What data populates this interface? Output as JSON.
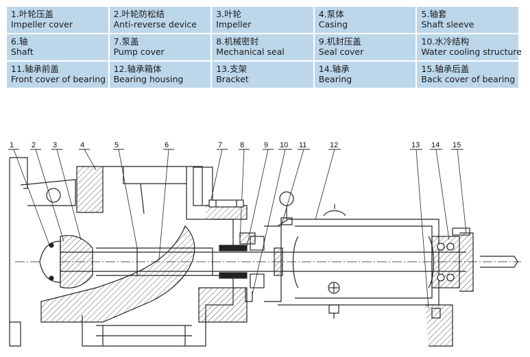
{
  "parts": [
    [
      {
        "num": "1",
        "cn": "叶轮压盖",
        "en": "Impeller cover"
      },
      {
        "num": "2",
        "cn": "叶轮防松结",
        "en": "Anti-reverse device"
      },
      {
        "num": "3",
        "cn": "叶轮",
        "en": "Impeller"
      },
      {
        "num": "4",
        "cn": "泵体",
        "en": "Casing"
      },
      {
        "num": "5",
        "cn": "轴套",
        "en": "Shaft sleeve"
      }
    ],
    [
      {
        "num": "6",
        "cn": "轴",
        "en": "Shaft"
      },
      {
        "num": "7",
        "cn": "泵盖",
        "en": "Pump cover"
      },
      {
        "num": "8",
        "cn": "机械密封",
        "en": "Mechanical seal"
      },
      {
        "num": "9",
        "cn": "机封压盖",
        "en": "Seal cover"
      },
      {
        "num": "10",
        "cn": "水冷结构",
        "en": "Water cooling structure"
      }
    ],
    [
      {
        "num": "11",
        "cn": "轴承前盖",
        "en": "Front cover of bearing"
      },
      {
        "num": "12",
        "cn": "轴承箱体",
        "en": "Bearing housing"
      },
      {
        "num": "13",
        "cn": "支架",
        "en": "Bracket"
      },
      {
        "num": "14",
        "cn": "轴承",
        "en": "Bearing"
      },
      {
        "num": "15",
        "cn": "轴承后盖",
        "en": "Back cover of bearing"
      }
    ]
  ],
  "callouts": [
    "1",
    "2",
    "3",
    "4",
    "5",
    "6",
    "7",
    "8",
    "9",
    "10",
    "11",
    "12",
    "13",
    "14",
    "15"
  ],
  "colors": {
    "table_bg": "#bcd7ea",
    "line": "#222222",
    "hatch": "#555555"
  }
}
